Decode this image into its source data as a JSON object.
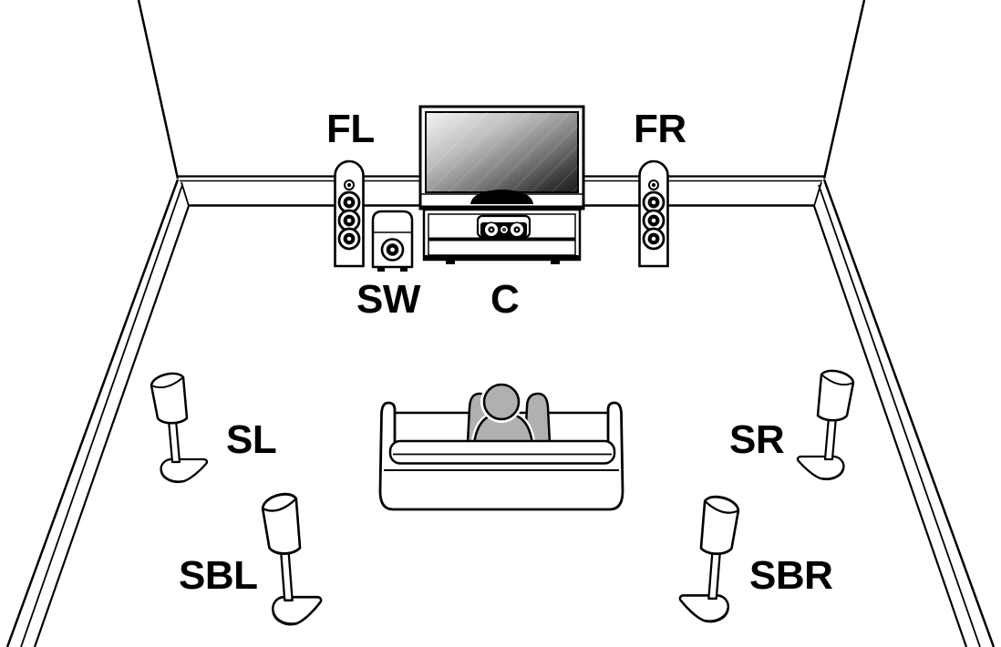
{
  "diagram": {
    "labels": {
      "front_left": "FL",
      "front_right": "FR",
      "subwoofer": "SW",
      "center": "C",
      "surround_left": "SL",
      "surround_right": "SR",
      "surround_back_left": "SBL",
      "surround_back_right": "SBR"
    },
    "colors": {
      "outline": "#000000",
      "background": "#ffffff",
      "listener_fill": "#b0b0b0",
      "tv_screen_light": "#f4f4f4",
      "tv_screen_dark": "#1d1d1d"
    }
  }
}
